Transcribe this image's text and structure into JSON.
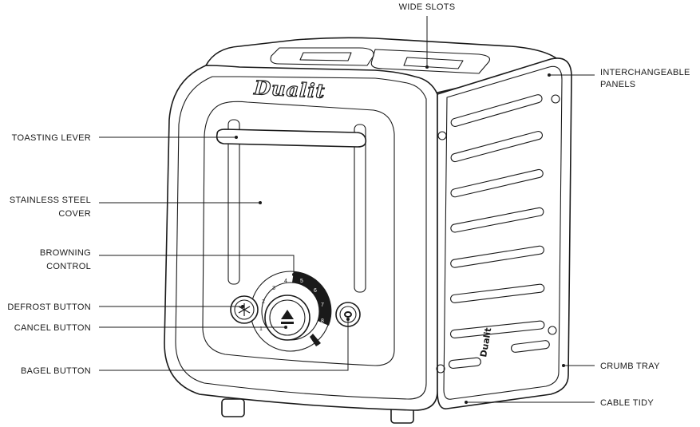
{
  "labels": {
    "wide_slots": "WIDE SLOTS",
    "interchangeable_1": "INTERCHANGEABLE",
    "interchangeable_2": "PANELS",
    "toasting_lever": "TOASTING LEVER",
    "stainless_1": "STAINLESS STEEL",
    "stainless_2": "COVER",
    "browning_1": "BROWNING",
    "browning_2": "CONTROL",
    "defrost": "DEFROST BUTTON",
    "cancel": "CANCEL BUTTON",
    "bagel": "BAGEL BUTTON",
    "crumb_tray": "CRUMB TRAY",
    "cable_tidy": "CABLE TIDY"
  },
  "branding": {
    "logo": "Dualit",
    "side_logo": "Dualit"
  },
  "dial": {
    "numbers": [
      "1",
      "2",
      "3",
      "4",
      "5",
      "6",
      "7",
      "8"
    ]
  }
}
